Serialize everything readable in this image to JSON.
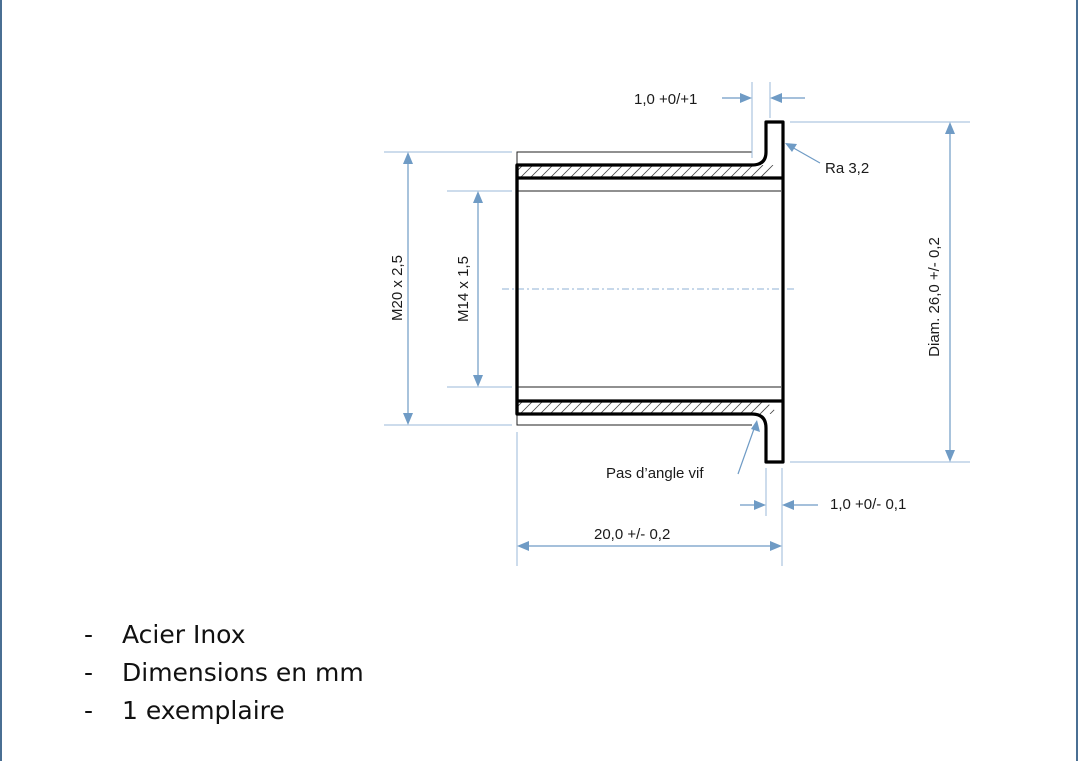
{
  "drawing": {
    "labels": {
      "flange_thickness": "1,0 +0/+1",
      "roughness": "Ra 3,2",
      "outer_thread": "M20 x 2,5",
      "inner_thread": "M14 x 1,5",
      "flange_diameter": "Diam. 26,0 +/- 0,2",
      "sharp_edge_note": "Pas d’angle vif",
      "flange_tolerance": "1,0 +0/- 0,1",
      "length": "20,0 +/- 0,2"
    }
  },
  "notes": {
    "dash": "-",
    "items": [
      "Acier Inox",
      "Dimensions en mm",
      "1 exemplaire"
    ]
  },
  "colors": {
    "dimension_lines": "#6f9bc5",
    "part_outline": "#000000",
    "frame_border": "#4a6f93"
  }
}
